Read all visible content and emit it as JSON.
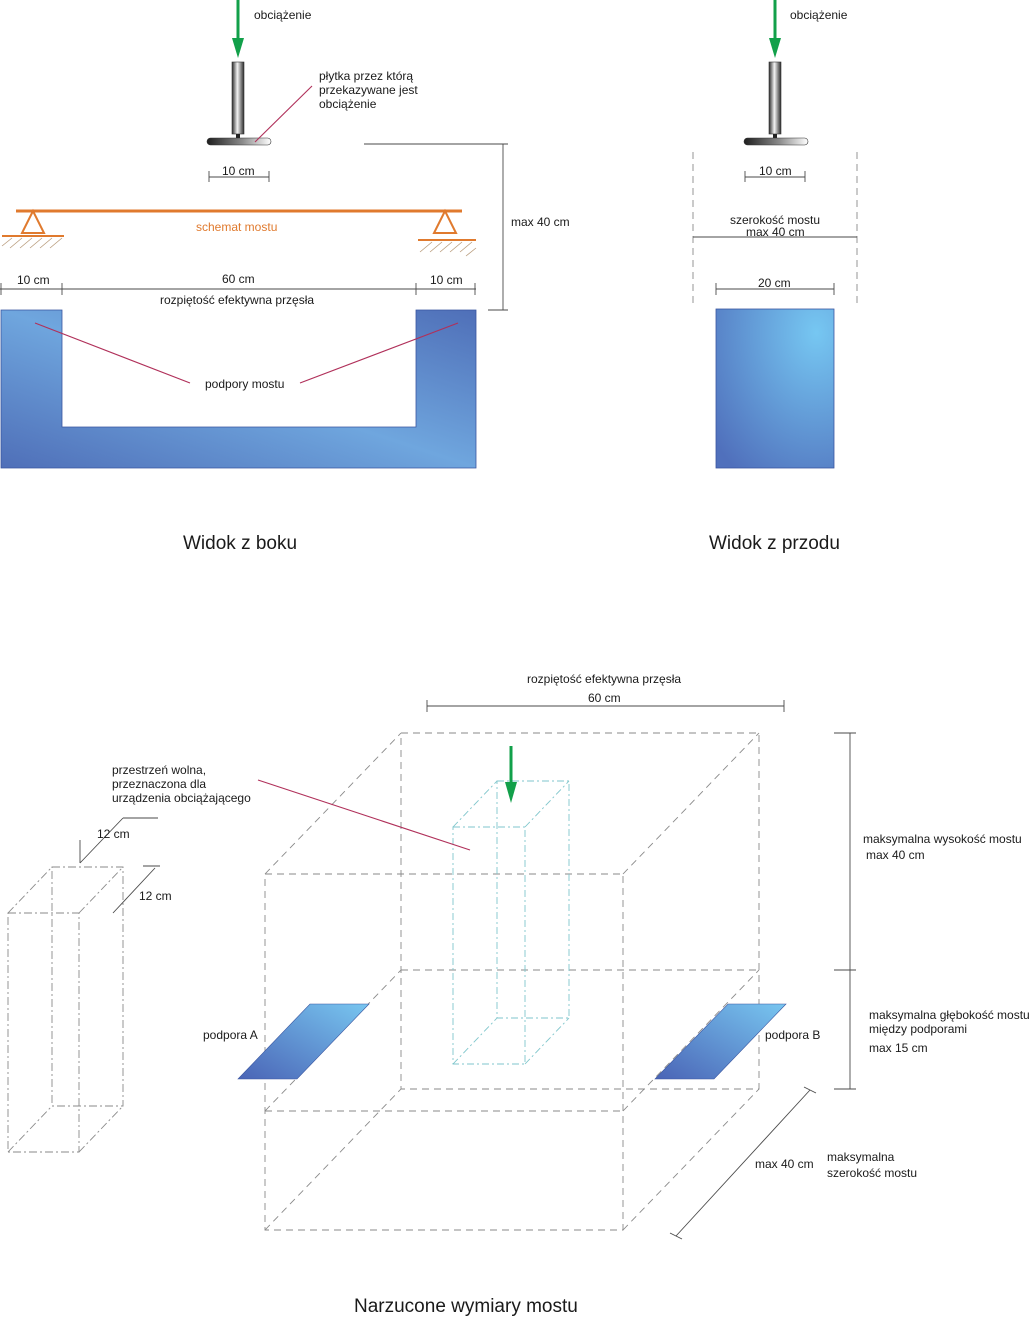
{
  "side_view": {
    "load_label": "obciążenie",
    "plate_label_1": "płytka przez którą",
    "plate_label_2": "przekazywane jest",
    "plate_label_3": "obciążenie",
    "plate_width": "10 cm",
    "bridge_scheme": "schemat mostu",
    "max_height": "max 40 cm",
    "left_support_width": "10 cm",
    "span": "60 cm",
    "right_support_width": "10 cm",
    "span_label": "rozpiętość efektywna przęsła",
    "supports_label": "podpory mostu",
    "title": "Widok z boku"
  },
  "front_view": {
    "load_label": "obciążenie",
    "plate_width": "10 cm",
    "width_label_1": "szerokość mostu",
    "width_label_2": "max 40 cm",
    "support_width": "20 cm",
    "title": "Widok z przodu"
  },
  "iso_view": {
    "span_label": "rozpiętość efektywna przęsła",
    "span_value": "60 cm",
    "free_space_1": "przestrzeń  wolna,",
    "free_space_2": "przeznaczona dla",
    "free_space_3": "urządzenia obciążającego",
    "col_width_1": "12 cm",
    "col_width_2": "12 cm",
    "max_height_label": "maksymalna wysokość mostu",
    "max_height_value": "max 40 cm",
    "max_depth_1": "maksymalna głębokość mostu",
    "max_depth_2": "między podporami",
    "max_depth_value": "max 15 cm",
    "support_a": "podpora A",
    "support_b": "podpora B",
    "width_value": "max 40 cm",
    "width_label_1": "maksymalna",
    "width_label_2": "szerokość mostu",
    "title": "Narzucone wymiary mostu"
  },
  "colors": {
    "load_arrow": "#12a04a",
    "beam": "#e07a2e",
    "support_blue": "#5a7fc4",
    "support_light": "#74c0ee",
    "leader": "#b0305a"
  }
}
